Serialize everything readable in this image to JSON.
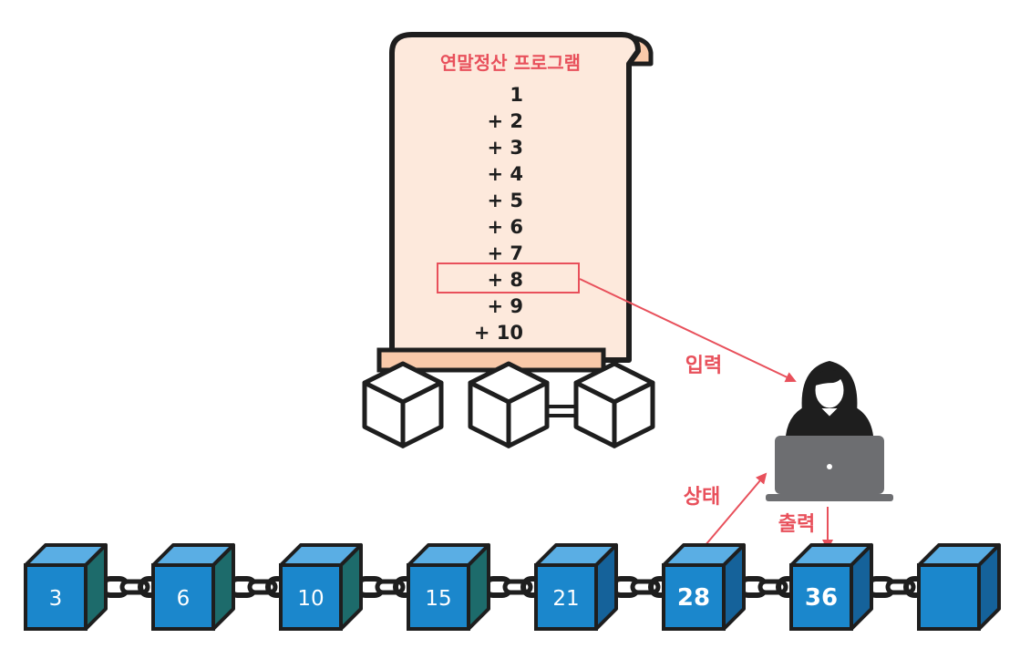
{
  "scroll": {
    "title": "연말정산 프로그램",
    "lines": [
      "1",
      "+ 2",
      "+ 3",
      "+ 4",
      "+ 5",
      "+ 6",
      "+ 7",
      "+ 8",
      "+ 9",
      "+ 10"
    ],
    "highlighted_line_index": 7
  },
  "labels": {
    "input": "입력",
    "state": "상태",
    "output": "출력"
  },
  "chain": {
    "blocks": [
      "3",
      "6",
      "10",
      "15",
      "21",
      "28",
      "36",
      ""
    ],
    "bold_block_indices": [
      5,
      6
    ]
  },
  "colors": {
    "accent_red": "#e8505b",
    "scroll_fill": "#fde9dc",
    "scroll_roll": "#f9c9a9",
    "block_front": "#1b87cc",
    "block_top": "#5aaee4",
    "block_side_dark": "#1d6b6b",
    "block_side": "#15629a",
    "laptop": "#6d6e71",
    "person": "#1e1e1e"
  },
  "icons": {
    "user": "person-at-laptop-icon",
    "contract_blocks": "white-cube-chain-icon",
    "chain_link": "chain-link-icon"
  }
}
